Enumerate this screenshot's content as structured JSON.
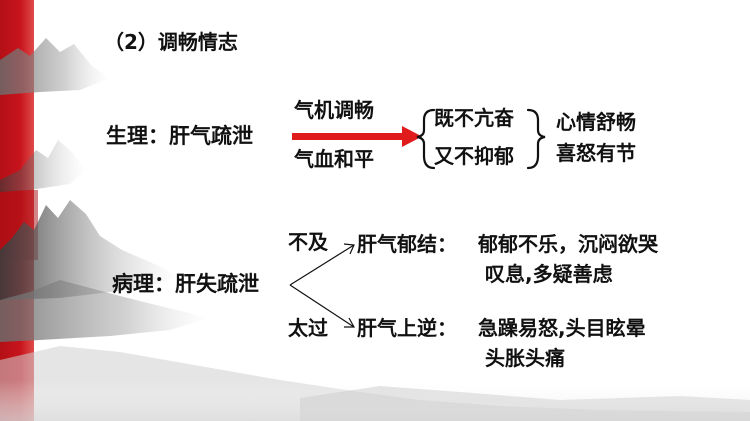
{
  "title": "（2）调畅情志",
  "physiology": {
    "label": "生理：肝气疏泄",
    "arrow_top": "气机调畅",
    "arrow_bottom": "气血和平",
    "brace_line1": "既不亢奋",
    "brace_line2": "又不抑郁",
    "result_line1": "心情舒畅",
    "result_line2": "喜怒有节"
  },
  "pathology": {
    "label": "病理：肝失疏泄",
    "upper_branch": {
      "condition": "不及",
      "state": "肝气郁结：",
      "symptom_line1": "郁郁不乐，沉闷欲哭",
      "symptom_line2": "叹息,多疑善虑"
    },
    "lower_branch": {
      "condition": "太过",
      "state": "肝气上逆：",
      "symptom_line1": "急躁易怒,头目眩晕",
      "symptom_line2": "头胀头痛"
    }
  },
  "colors": {
    "accent_red": "#c8141c",
    "arrow_red": "#e01b1b",
    "text": "#111111"
  }
}
